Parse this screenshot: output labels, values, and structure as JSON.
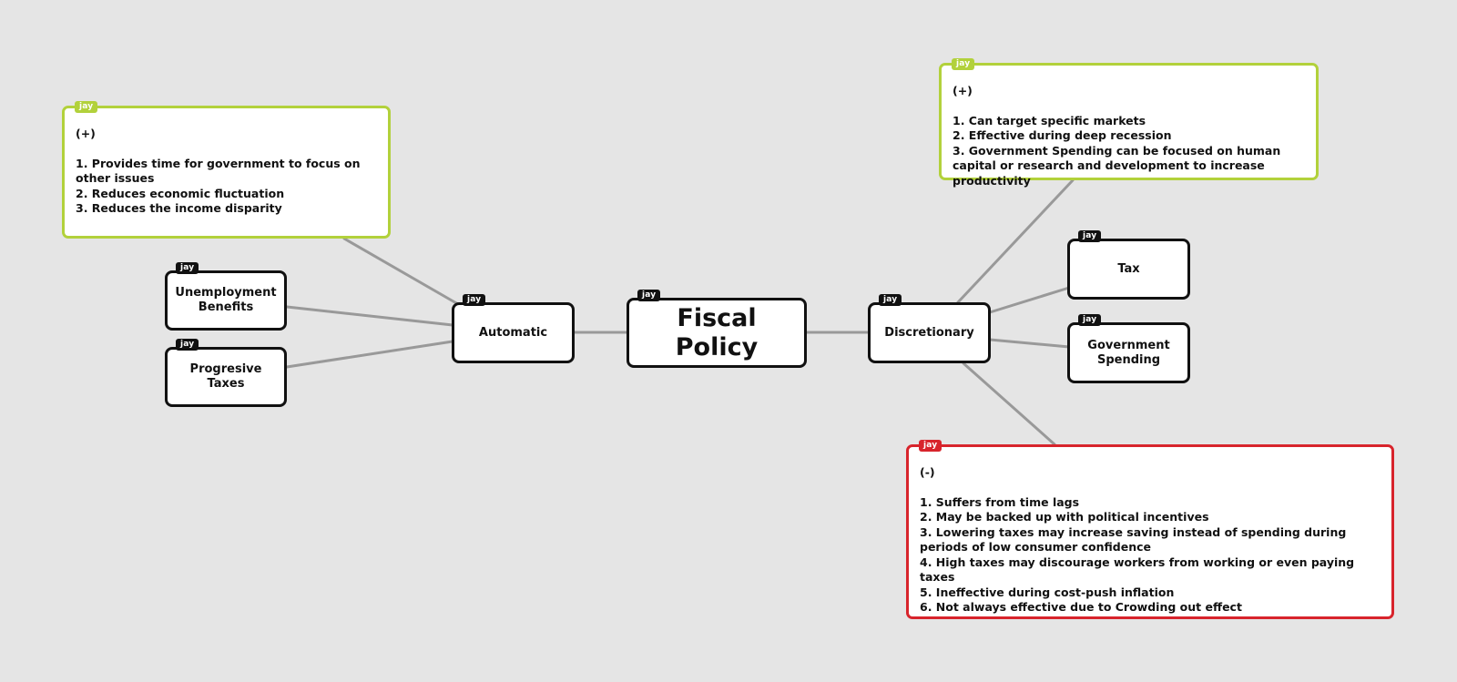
{
  "author_tag": "jay",
  "central": {
    "label": "Fiscal Policy"
  },
  "branches": {
    "automatic": {
      "label": "Automatic",
      "children": [
        "Unemployment Benefits",
        "Progresive Taxes"
      ],
      "note": {
        "heading": "(+)",
        "items": [
          "1. Provides time for government to focus on other issues",
          "2. Reduces economic fluctuation",
          "3. Reduces the income disparity"
        ]
      }
    },
    "discretionary": {
      "label": "Discretionary",
      "children": [
        "Tax",
        "Government Spending"
      ],
      "pros_note": {
        "heading": "(+)",
        "items": [
          "1. Can target specific markets",
          "2. Effective during deep recession",
          "3. Government Spending can be focused on human capital or research and development to increase productivity"
        ]
      },
      "cons_note": {
        "heading": "(-)",
        "items": [
          "1. Suffers from time lags",
          "2. May be backed up with political incentives",
          "3. Lowering taxes may increase saving instead of spending during periods of low consumer confidence",
          "4. High taxes may discourage workers from working or even paying taxes",
          "5. Ineffective during cost-push inflation",
          "6. Not always effective due to Crowding out effect"
        ]
      }
    }
  },
  "colors": {
    "background": "#e5e5e5",
    "connector": "#999999",
    "node_border": "#111111",
    "positive_note": "#b2d13b",
    "negative_note": "#d8242c"
  }
}
